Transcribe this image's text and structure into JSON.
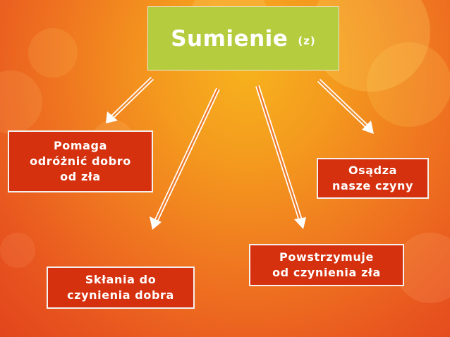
{
  "title": {
    "main": "Sumienie",
    "sub": "(z)"
  },
  "boxes": {
    "left": "Pomaga\nodróżnić dobro\nod zła",
    "right": "Osądza\nnasze czyny",
    "bottom_left": "Skłania do\nczynienia dobra",
    "bottom_right": "Powstrzymuje\nod czynienia zła"
  },
  "colors": {
    "title_bg": "#b5cc3f",
    "box_bg": "#d6310f",
    "arrow": "#ffffff"
  }
}
